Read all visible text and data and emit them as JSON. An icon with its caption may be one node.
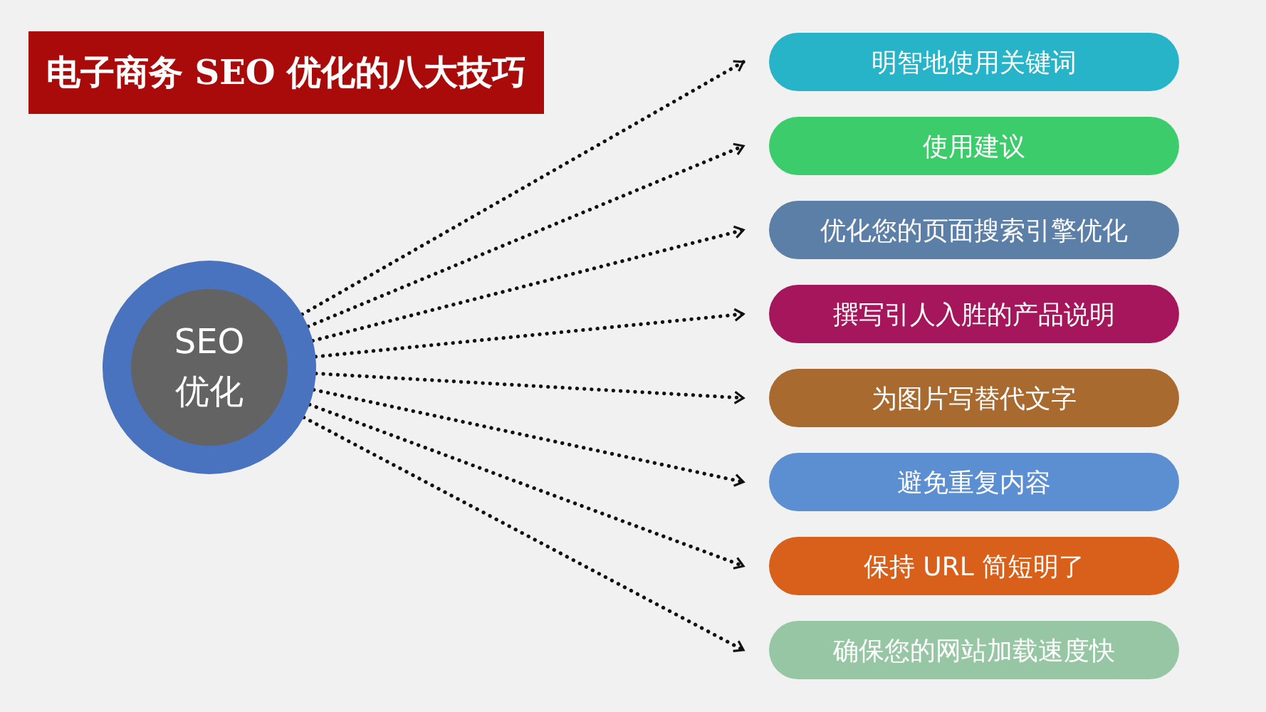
{
  "diagram": {
    "title": "电子商务 SEO 优化的八大技巧",
    "nodes": [
      {
        "text": [
          "SEO 优化"
        ]
      },
      {
        "text": [
          "明智地使用关键词"
        ]
      },
      {
        "text": [
          "使用建议"
        ]
      },
      {
        "text": [
          "优化您的页面搜索引擎优化"
        ]
      },
      {
        "text": [
          "撰写引人入胜的产品说明"
        ]
      },
      {
        "text": [
          "为图片写替代文字"
        ]
      },
      {
        "text": [
          "避免重复内容"
        ]
      },
      {
        "text": [
          "保持 URL 简短明了"
        ]
      },
      {
        "text": [
          "确保您的网站加载速度快"
        ]
      }
    ],
    "edges": [
      {
        "from": 0,
        "to": 1,
        "arrow": "to"
      },
      {
        "from": 0,
        "to": 2,
        "arrow": "to"
      },
      {
        "from": 0,
        "to": 3,
        "arrow": "to"
      },
      {
        "from": 0,
        "to": 4,
        "arrow": "to"
      },
      {
        "from": 0,
        "to": 5,
        "arrow": "to"
      },
      {
        "from": 0,
        "to": 6,
        "arrow": "to"
      },
      {
        "from": 0,
        "to": 7,
        "arrow": "to"
      },
      {
        "from": 0,
        "to": 8,
        "arrow": "to"
      }
    ]
  }
}
